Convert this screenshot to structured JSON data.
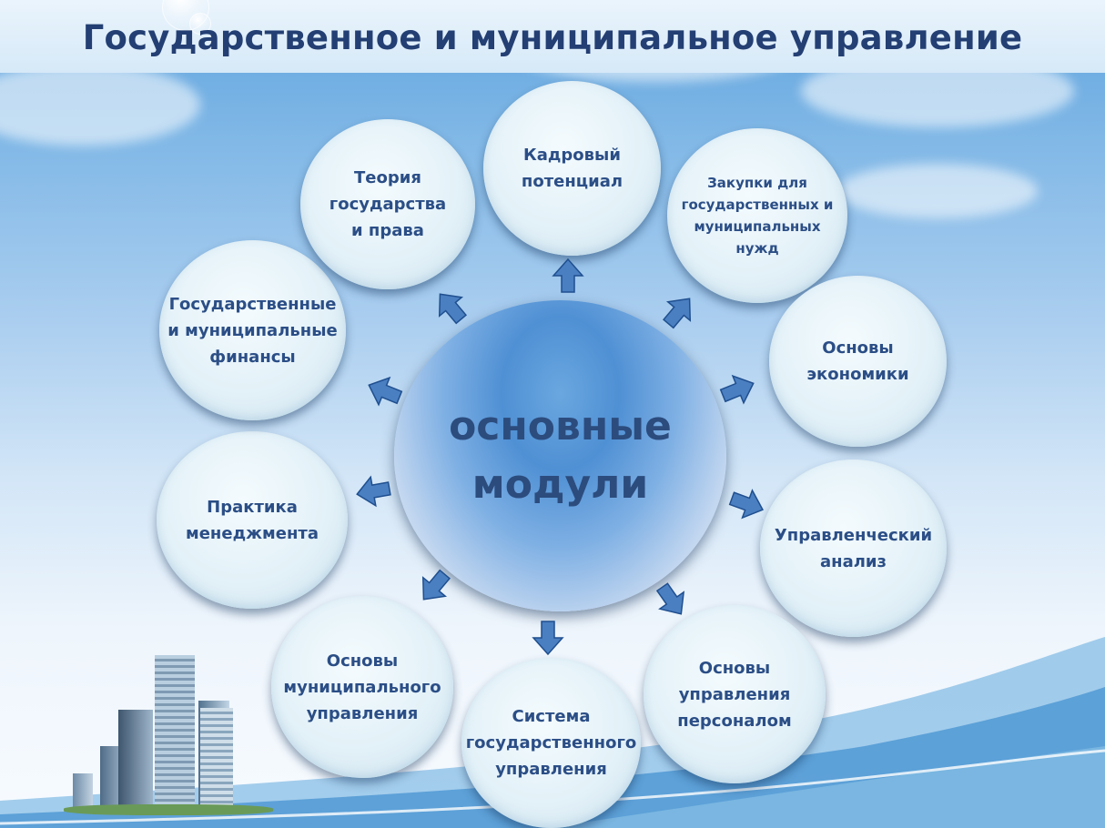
{
  "title": "Государственное и муниципальное управление",
  "center_label": "основные\nмодули",
  "modules": [
    {
      "id": "kadrovyi",
      "label": "Кадровый\nпотенциал"
    },
    {
      "id": "zakupki",
      "label": "Закупки для\nгосударственных и\nмуниципальных\nнужд"
    },
    {
      "id": "ekonomika",
      "label": "Основы\nэкономики"
    },
    {
      "id": "analiz",
      "label": "Управленческий\nанализ"
    },
    {
      "id": "personal",
      "label": "Основы\nуправления\nперсоналом"
    },
    {
      "id": "sistema",
      "label": "Система\nгосударственного\nуправления"
    },
    {
      "id": "municipal",
      "label": "Основы\nмуниципального\nуправления"
    },
    {
      "id": "menedzhment",
      "label": "Практика\nменеджмента"
    },
    {
      "id": "finansy",
      "label": "Государственные\nи муниципальные\nфинансы"
    },
    {
      "id": "teoriya",
      "label": "Теория\nгосударства\nи права"
    }
  ],
  "colors": {
    "title": "#233f73",
    "module_text": "#2b4e86",
    "arrow_fill": "#4a7fc1",
    "arrow_stroke": "#1f4f8f"
  },
  "icons": [
    "arrow-icon",
    "city-skyline-icon"
  ]
}
